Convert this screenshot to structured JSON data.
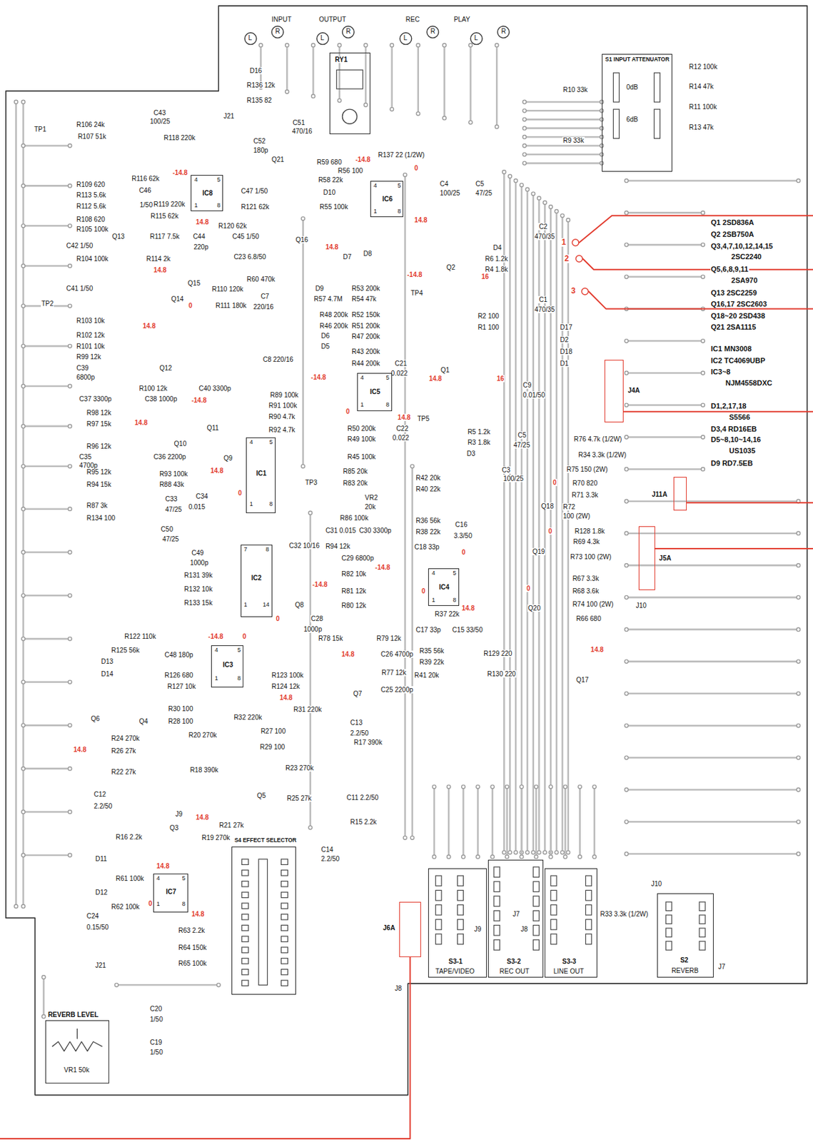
{
  "diagram": {
    "nodes": [
      {
        "text": [
          "RY1"
        ]
      },
      {
        "text": [
          "S1 INPUT ATTENUATOR",
          "0dB",
          "6dB"
        ]
      },
      {
        "text": [
          "IC8",
          "4",
          "5",
          "1",
          "8"
        ]
      },
      {
        "text": [
          "IC6",
          "4",
          "5",
          "1",
          "8"
        ]
      },
      {
        "text": [
          "IC5",
          "4",
          "5",
          "1",
          "8"
        ]
      },
      {
        "text": [
          "J4A"
        ]
      },
      {
        "text": [
          "IC1",
          "4",
          "5",
          "1",
          "8"
        ]
      },
      {
        "text": [
          "J11A"
        ]
      },
      {
        "text": [
          "J5A"
        ]
      },
      {
        "text": [
          "IC2",
          "7",
          "8",
          "1",
          "14"
        ]
      },
      {
        "text": [
          "IC4",
          "4",
          "5",
          "1",
          "8"
        ]
      },
      {
        "text": [
          "IC3",
          "4",
          "5",
          "1",
          "8"
        ]
      },
      {
        "text": [
          "S4 EFFECT SELECTOR"
        ]
      },
      {
        "text": [
          "IC7",
          "4",
          "5",
          "1",
          "8"
        ]
      },
      {
        "text": [
          "J6A"
        ]
      },
      {
        "text": [
          "S3-1",
          "TAPE/VIDEO"
        ]
      },
      {
        "text": [
          "S3-2",
          "REC OUT"
        ]
      },
      {
        "text": [
          "S3-3",
          "LINE OUT"
        ]
      },
      {
        "text": [
          "S2",
          "REVERB"
        ]
      },
      {
        "text": [
          "REVERB LEVEL",
          "VR1 50k"
        ]
      }
    ],
    "labels": [
      "INPUT",
      "OUTPUT",
      "REC",
      "PLAY",
      "L",
      "R",
      "L",
      "R",
      "L",
      "R",
      "L",
      "R",
      "D16",
      "R136 12k",
      "R135 82",
      "J21",
      "C43",
      "100/25",
      "R106 24k",
      "R107 51k",
      "TP1",
      "R118 220k",
      "C51",
      "470/16",
      "C52",
      "180p",
      "Q21",
      "R137 22 (1/2W)",
      "R59 680",
      "-14.8",
      "R56 100",
      "0",
      "R58 22k",
      "-14.8",
      "R116 62k",
      "C4",
      "100/25",
      "C5",
      "47/25",
      "R109 620",
      "C46",
      "1/50",
      "C47 1/50",
      "R113 5.6k",
      "R112 5.6k",
      "D10",
      "R55 100k",
      "R119 220k",
      "R121 62k",
      "14.8",
      "R108 620",
      "R115 62k",
      "Q13",
      "R120 62k",
      "R105 100k",
      "R117 7.5k",
      "C44",
      "220p",
      "C45 1/50",
      "C42 1/50",
      "Q16",
      "14.8",
      "D7",
      "D8",
      "14.8",
      "D4",
      "C2",
      "470/35",
      "R6 1.2k",
      "R4 1.8k",
      "-14.8",
      "Q2",
      "16",
      "TP4",
      "D9",
      "R53 200k",
      "R57 4.7M",
      "R54 47k",
      "R104 100k",
      "R114 2k",
      "14.8",
      "C23 6.8/50",
      "Q15",
      "R110 120k",
      "R60 470k",
      "C41 1/50",
      "TP2",
      "Q14",
      "0",
      "R111 180k",
      "C7",
      "220/16",
      "R48 200k",
      "R52 150k",
      "R2 100",
      "R46 200k",
      "R51 200k",
      "R1 100",
      "C1",
      "470/35",
      "D6",
      "R47 200k",
      "D17",
      "D2",
      "D18",
      "D1",
      "D5",
      "R103 10k",
      "14.8",
      "R102 12k",
      "R101 10k",
      "R99 12k",
      "Q12",
      "C39",
      "6800p",
      "R43 200k",
      "R44 200k",
      "C21",
      "0.022",
      "C8 220/16",
      "-14.8",
      "14.8",
      "Q1",
      "16",
      "C9",
      "0.01/50",
      "0",
      "14.8",
      "TP5",
      "R100 12k",
      "C40 3300p",
      "R89 100k",
      "C37 3300p",
      "C38 1000p",
      "-14.8",
      "R91 100k",
      "R50 200k",
      "C22",
      "0.022",
      "R5 1.2k",
      "R3 1.8k",
      "C5",
      "47/25",
      "R76 4.7k (1/2W)",
      "R98 12k",
      "R90 4.7k",
      "R97 15k",
      "14.8",
      "Q11",
      "R49 100k",
      "D3",
      "R34 3.3k (1/2W)",
      "R92 4.7k",
      "Q10",
      "R96 12k",
      "R45 100k",
      "C3",
      "100/25",
      "R75 150 (2W)",
      "R85 20k",
      "R83 20k",
      "VR2",
      "20k",
      "R42 20k",
      "R40 22k",
      "R70 820",
      "0",
      "Q18",
      "R71 3.3k",
      "R72",
      "100 (2W)",
      "R128 1.8k",
      "0",
      "Q19",
      "R69 4.3k",
      "R73 100 (2W)",
      "0",
      "Q20",
      "R67 3.3k",
      "R68 3.6k",
      "J10",
      "R74 100 (2W)",
      "R66 680",
      "14.8",
      "Q17",
      "R87 3k",
      "R134 100",
      "C50",
      "47/25",
      "R95 12k",
      "R94 15k",
      "R93 100k",
      "R88 43k",
      "C35",
      "4700p",
      "C36 2200p",
      "Q9",
      "14.8",
      "C34",
      "0.015",
      "0",
      "C33",
      "47/25",
      "TP3",
      "R86 100k",
      "R36 56k",
      "R38 22k",
      "C16",
      "3.3/50",
      "C31 0.015",
      "C30 3300p",
      "C32 10/16",
      "C49",
      "1000p",
      "C18 33p",
      "C29 6800p",
      "R94 12k",
      "R131 39k",
      "R82 10k",
      "-14.8",
      "0",
      "-14.8",
      "Q8",
      "R81 12k",
      "0",
      "R132 10k",
      "R80 12k",
      "R37 22k",
      "14.8",
      "0",
      "R133 15k",
      "C28",
      "1000p",
      "C17 33p",
      "C15 33/50",
      "R122 110k",
      "-14.8",
      "0",
      "R78 15k",
      "R79 12k",
      "R125 56k",
      "C48 180p",
      "R35 56k",
      "R129 220",
      "D13",
      "R126 680",
      "R123 100k",
      "14.8",
      "Q7",
      "C26 4700p",
      "D14",
      "R127 10k",
      "R124 12k",
      "R39 22k",
      "R77 12k",
      "14.8",
      "R41 20k",
      "R130 220",
      "C25 2200p",
      "R30 100",
      "Q6",
      "Q4",
      "R28 100",
      "R32 220k",
      "R31 220k",
      "C13",
      "2.2/50",
      "R24 270k",
      "R20 270k",
      "R27 100",
      "R17 390k",
      "14.8",
      "R26 27k",
      "R29 100",
      "R22 27k",
      "R18 390k",
      "R23 270k",
      "C12",
      "2.2/50",
      "Q5",
      "R25 27k",
      "C11 2.2/50",
      "J9",
      "14.8",
      "Q3",
      "R21 27k",
      "R15 2.2k",
      "R16 2.2k",
      "R19 270k",
      "C14",
      "2.2/50",
      "D11",
      "14.8",
      "R61 100k",
      "D12",
      "R62 100k",
      "0",
      "14.8",
      "C24",
      "0.15/50",
      "R63 2.2k",
      "R64 150k",
      "J21",
      "R65 100k",
      "C20",
      "1/50",
      "C19",
      "1/50",
      "R12 100k",
      "R10 33k",
      "R14 47k",
      "R11 100k",
      "R9 33k",
      "R13 47k",
      "Q1 2SD836A",
      "Q2 2SB750A",
      "Q3,4,7,10,12,14,15",
      "2SC2240",
      "Q5,6,8,9,11",
      "2SA970",
      "Q13 2SC2259",
      "Q16,17 2SC2603",
      "Q18~20 2SD438",
      "Q21 2SA1115",
      "IC1 MN3008",
      "IC2 TC4069UBP",
      "IC3~8",
      "NJM4558DXC",
      "D1,2,17,18",
      "S5566",
      "D3,4 RD16EB",
      "D5~8,10~14,16",
      "US1035",
      "D9 RD7.5EB",
      "1",
      "2",
      "3",
      "J9",
      "J7",
      "J8",
      "J10",
      "R33 3.3k (1/2W)",
      "J8",
      "J7"
    ]
  }
}
